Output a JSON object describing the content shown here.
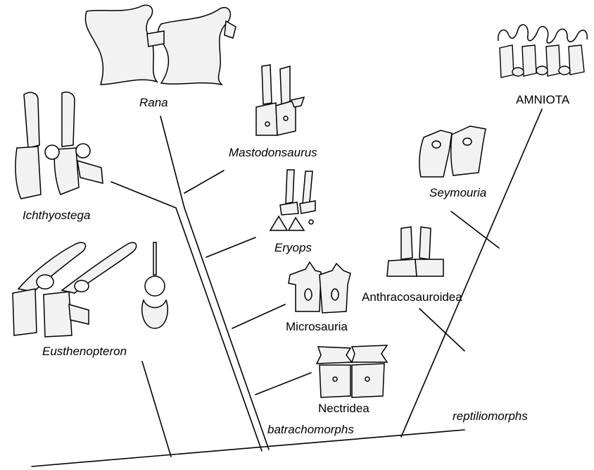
{
  "taxa": {
    "rana": "Rana",
    "mastodonsaurus": "Mastodonsaurus",
    "ichthyostega": "Ichthyostega",
    "eryops": "Eryops",
    "eusthenopteron": "Eusthenopteron",
    "microsauria": "Microsauria",
    "nectridea": "Nectridea",
    "seymouria": "Seymouria",
    "anthracosauroidea": "Anthracosauroidea",
    "amniota": "AMNIOTA"
  },
  "clades": {
    "batrachomorphs": "batrachomorphs",
    "reptiliomorphs": "reptiliomorphs"
  }
}
